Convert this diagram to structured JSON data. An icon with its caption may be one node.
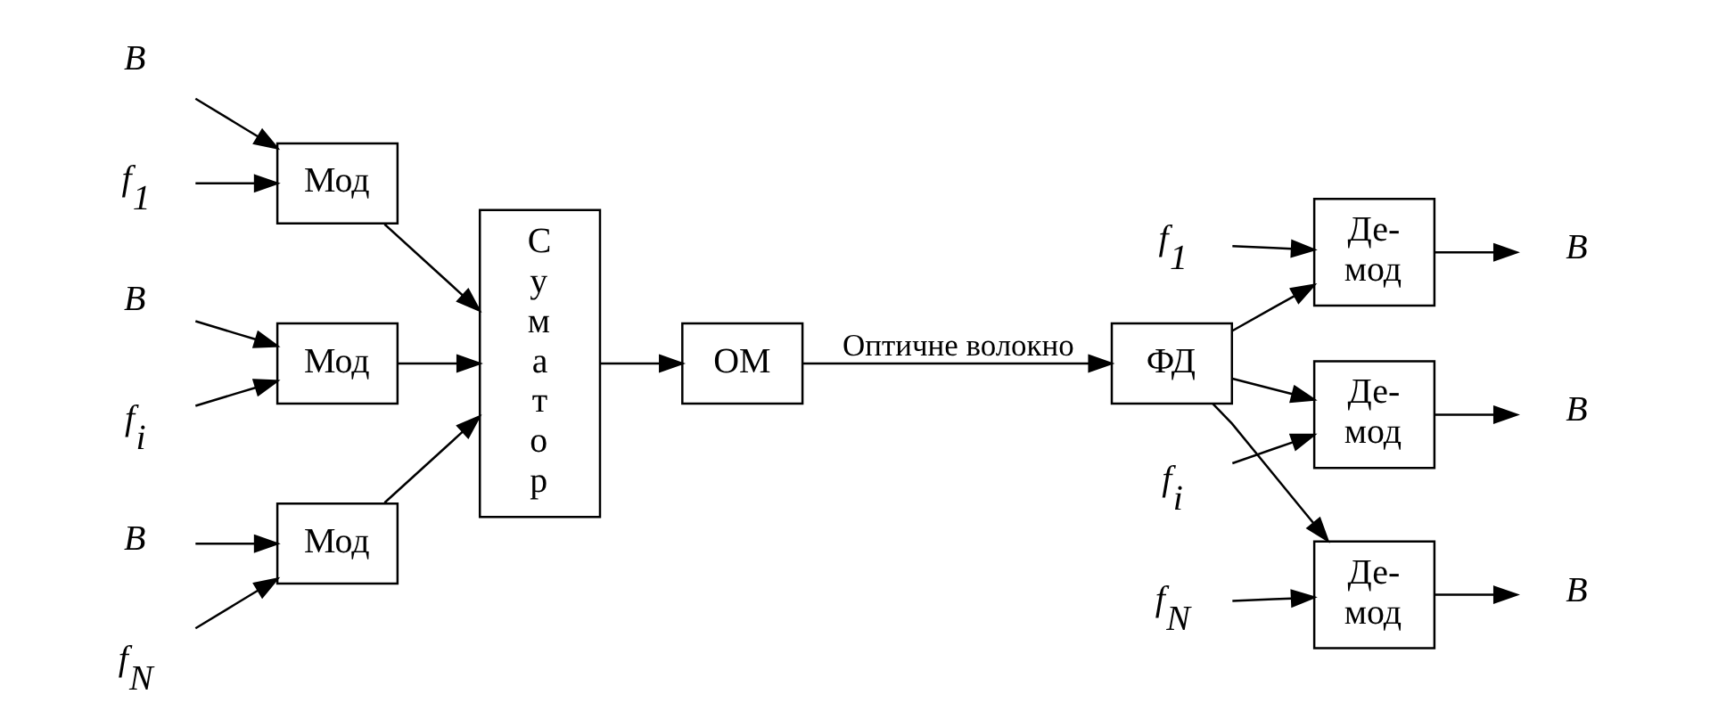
{
  "diagram": {
    "nodes": [
      {
        "text": [
          "B"
        ]
      },
      {
        "text": [
          "Мод"
        ]
      },
      {
        "text": [
          "f$_{1}$"
        ]
      },
      {
        "text": [
          "B"
        ]
      },
      {
        "text": [
          "Мод"
        ]
      },
      {
        "text": [
          "f$_{i}$"
        ]
      },
      {
        "text": [
          "B"
        ]
      },
      {
        "text": [
          "Мод"
        ]
      },
      {
        "text": [
          "f$_{N}$"
        ]
      },
      {
        "text": [
          "Суматор"
        ]
      },
      {
        "text": [
          "ОМ"
        ]
      },
      {
        "text": [
          "ФД"
        ]
      },
      {
        "text": [
          "Де-мод"
        ]
      },
      {
        "text": [
          "B"
        ]
      },
      {
        "text": [
          "f$_{1}$"
        ]
      },
      {
        "text": [
          "Де-мод"
        ]
      },
      {
        "text": [
          "B"
        ]
      },
      {
        "text": [
          "f$_{i}$"
        ]
      },
      {
        "text": [
          "Де-мод"
        ]
      },
      {
        "text": [
          "B"
        ]
      },
      {
        "text": [
          "f$_{N}$"
        ]
      }
    ],
    "edges": [
      {
        "from": 0,
        "to": 1,
        "arrow": "to"
      },
      {
        "from": 2,
        "to": 1,
        "arrow": "to"
      },
      {
        "from": 3,
        "to": 4,
        "arrow": "to"
      },
      {
        "from": 5,
        "to": 4,
        "arrow": "to"
      },
      {
        "from": 6,
        "to": 7,
        "arrow": "to"
      },
      {
        "from": 8,
        "to": 7,
        "arrow": "to"
      },
      {
        "from": 1,
        "to": 9,
        "arrow": "to"
      },
      {
        "from": 4,
        "to": 9,
        "arrow": "to"
      },
      {
        "from": 7,
        "to": 9,
        "arrow": "to"
      },
      {
        "from": 9,
        "to": 10,
        "arrow": "to"
      },
      {
        "from": 10,
        "to": 11,
        "arrow": "to",
        "label": "Оптичне волокно"
      },
      {
        "from": 11,
        "to": 12,
        "arrow": "to"
      },
      {
        "from": 11,
        "to": 15,
        "arrow": "to"
      },
      {
        "from": 11,
        "to": 18,
        "arrow": "to"
      },
      {
        "from": 12,
        "to": 13,
        "arrow": "to"
      },
      {
        "from": 14,
        "to": 12,
        "arrow": "to"
      },
      {
        "from": 15,
        "to": 16,
        "arrow": "to"
      },
      {
        "from": 17,
        "to": 15,
        "arrow": "to"
      },
      {
        "from": 18,
        "to": 19,
        "arrow": "to"
      },
      {
        "from": 20,
        "to": 18,
        "arrow": "to"
      }
    ]
  }
}
